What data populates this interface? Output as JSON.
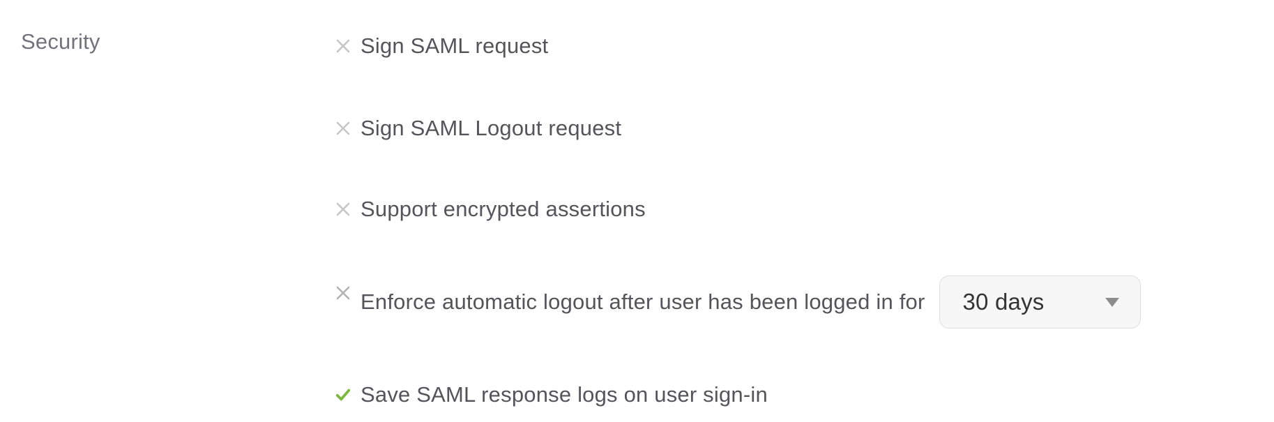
{
  "colors": {
    "background": "#ffffff",
    "section_label": "#72727a",
    "row_text": "#54545a",
    "disabled_x": "#c6c6c6",
    "disabled_x_row4": "#b2b2b2",
    "enabled_check": "#7eb843",
    "dropdown_bg": "#f7f7f7",
    "dropdown_border": "#dddddd",
    "dropdown_text": "#343434",
    "dropdown_caret": "#8d8d8d"
  },
  "section": {
    "label": "Security"
  },
  "settings": [
    {
      "label": "Sign SAML request",
      "state": "off",
      "state_icon": "x-icon"
    },
    {
      "label": "Sign SAML Logout request",
      "state": "off",
      "state_icon": "x-icon"
    },
    {
      "label": "Support encrypted assertions",
      "state": "off",
      "state_icon": "x-icon"
    },
    {
      "label": "Enforce automatic logout after user has been logged in for",
      "state": "off",
      "state_icon": "x-icon",
      "dropdown": {
        "value": "30 days"
      }
    },
    {
      "label": "Save SAML response logs on user sign-in",
      "state": "on",
      "state_icon": "check-icon"
    }
  ]
}
